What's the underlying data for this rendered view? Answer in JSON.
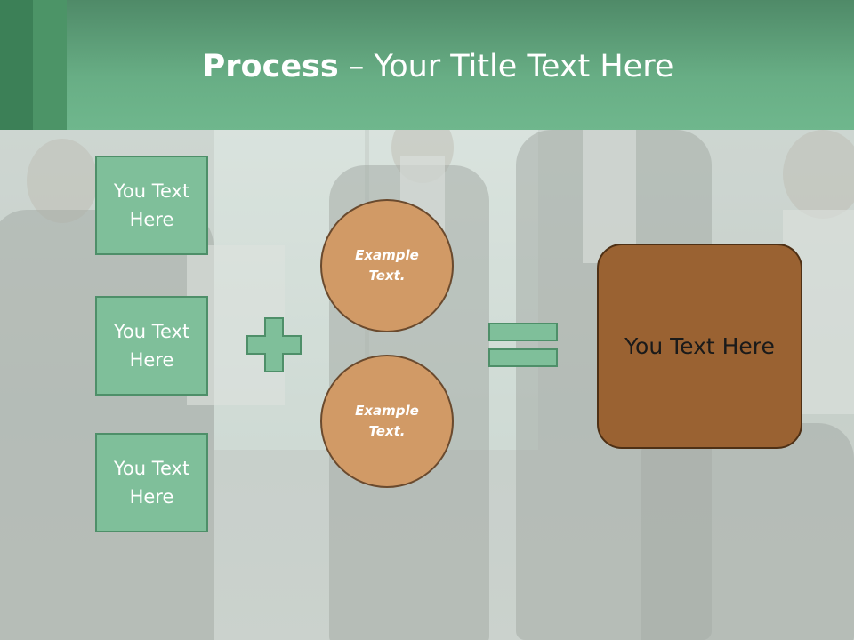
{
  "slide": {
    "title_strong": "Process",
    "title_rest": " – Your Title Text Here"
  },
  "boxes": [
    {
      "label": "You Text Here"
    },
    {
      "label": "You Text Here"
    },
    {
      "label": "You Text Here"
    }
  ],
  "circles": [
    {
      "label": "Example Text."
    },
    {
      "label": "Example Text."
    }
  ],
  "result": {
    "label": "You Text Here"
  },
  "colors": {
    "header": "#6fb78d",
    "box_fill": "#7fbf9a",
    "circle_fill": "#d19a66",
    "result_fill": "#9a6232"
  },
  "icons": [
    "plus-icon",
    "equals-icon"
  ]
}
